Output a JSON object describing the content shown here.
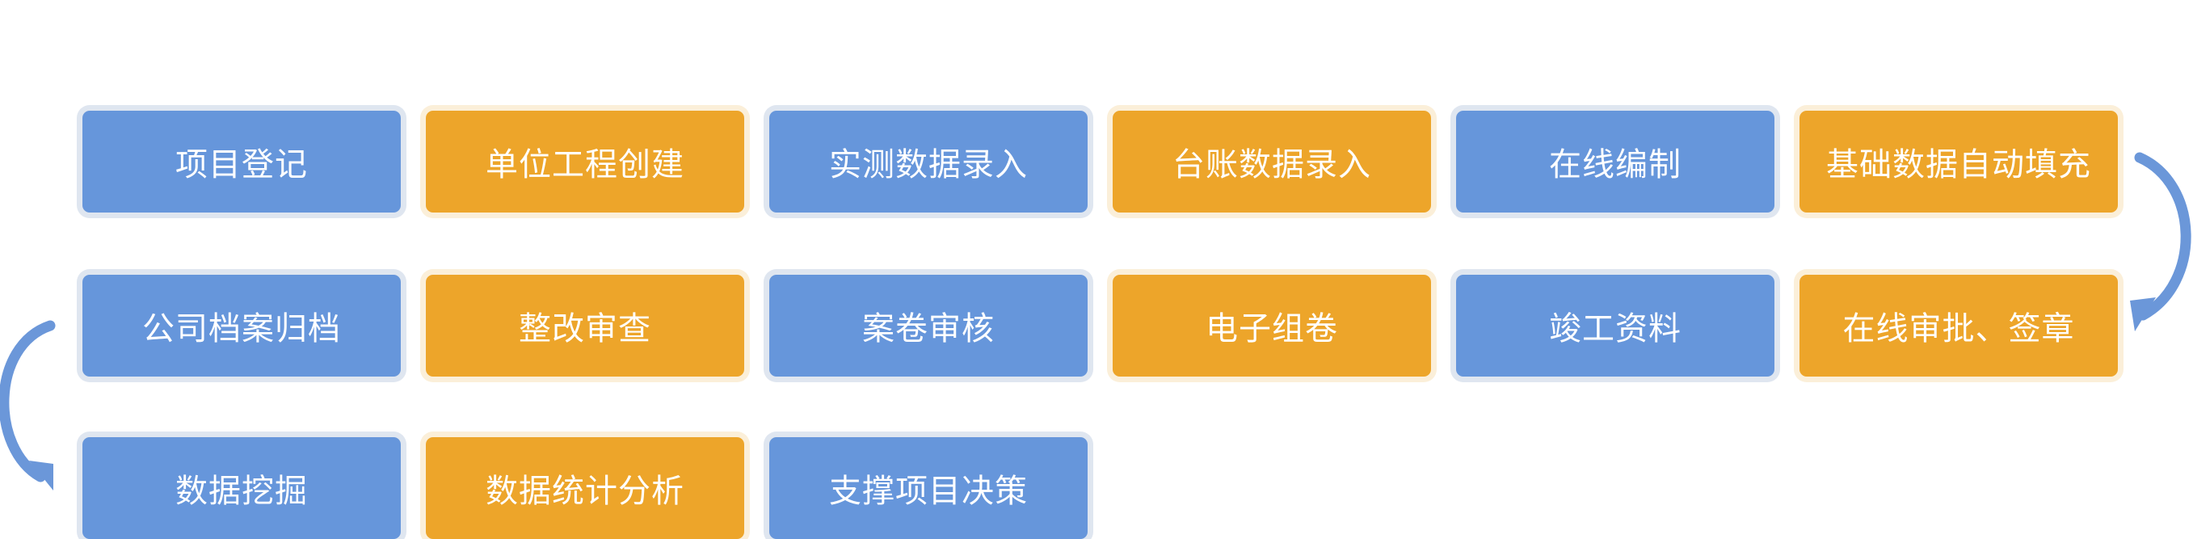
{
  "steps": [
    "项目登记",
    "单位工程创建",
    "实测数据录入",
    "台账数据录入",
    "在线编制",
    "基础数据自动填充",
    "公司档案归档",
    "整改审查",
    "案卷审核",
    "电子组卷",
    "竣工资料",
    "在线审批、签章",
    "数据挖掘",
    "数据统计分析",
    "支撑项目决策"
  ],
  "colors": {
    "blue": "#6696db",
    "orange": "#eda52a",
    "arrow": "#6b97d9"
  }
}
